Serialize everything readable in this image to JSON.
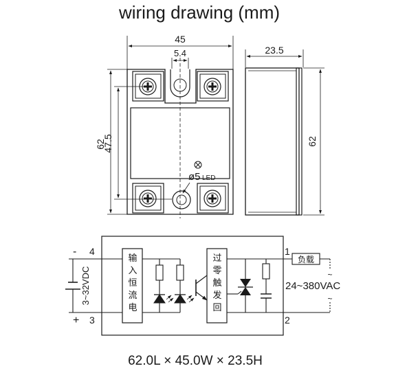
{
  "title": "wiring drawing (mm)",
  "front_view": {
    "dim_width": "45",
    "dim_hole_offset": "5.4",
    "dim_height": "62",
    "dim_hole_spacing": "47.5",
    "led_hole_label": "ø5",
    "led_label": "LED"
  },
  "side_view": {
    "dim_depth": "23.5",
    "dim_height": "62"
  },
  "circuit": {
    "input_minus": "-",
    "input_plus": "+",
    "pin_4": "4",
    "pin_3": "3",
    "pin_1": "1",
    "pin_2": "2",
    "input_voltage": "3~32VDC",
    "input_block_text": "输入恒流电路",
    "zero_cross_block_text": "过零触发回路",
    "load_label": "负载",
    "output_voltage": "24~380VAC",
    "ac_symbol": "~"
  },
  "footer": "62.0L × 45.0W × 23.5H"
}
